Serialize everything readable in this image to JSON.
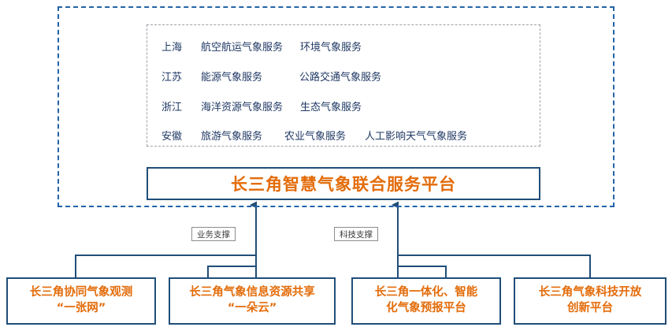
{
  "diagram": {
    "title_box": {
      "label": "长三角智慧气象联合服务平台"
    },
    "services": {
      "rows": [
        {
          "province": "上海",
          "items": [
            "航空航运气象服务",
            "环境气象服务"
          ]
        },
        {
          "province": "江苏",
          "items": [
            "能源气象服务",
            "公路交通气象服务"
          ]
        },
        {
          "province": "浙江",
          "items": [
            "海洋资源气象服务",
            "生态气象服务"
          ]
        },
        {
          "province": "安徽",
          "items": [
            "旅游气象服务",
            "农业气象服务",
            "人工影响天气气象服务"
          ]
        }
      ]
    },
    "support_labels": [
      {
        "label": "业务支撑"
      },
      {
        "label": "科技支撑"
      }
    ],
    "pillars": [
      {
        "line1": "长三角协同气象观测",
        "line2": "“一张网”"
      },
      {
        "line1": "长三角气象信息资源共享",
        "line2": "“一朵云”"
      },
      {
        "line1": "长三角一体化、智能",
        "line2": "化气象预报平台"
      },
      {
        "line1": "长三角气象科技开放",
        "line2": "创新平台"
      }
    ],
    "colors": {
      "accent": "#e36c0a",
      "box_border": "#1f4e79",
      "outer_dash": "#2463a8",
      "inner_dash": "#9aa0a6",
      "text": "#1f3864",
      "connector": "#1f4e79"
    }
  }
}
